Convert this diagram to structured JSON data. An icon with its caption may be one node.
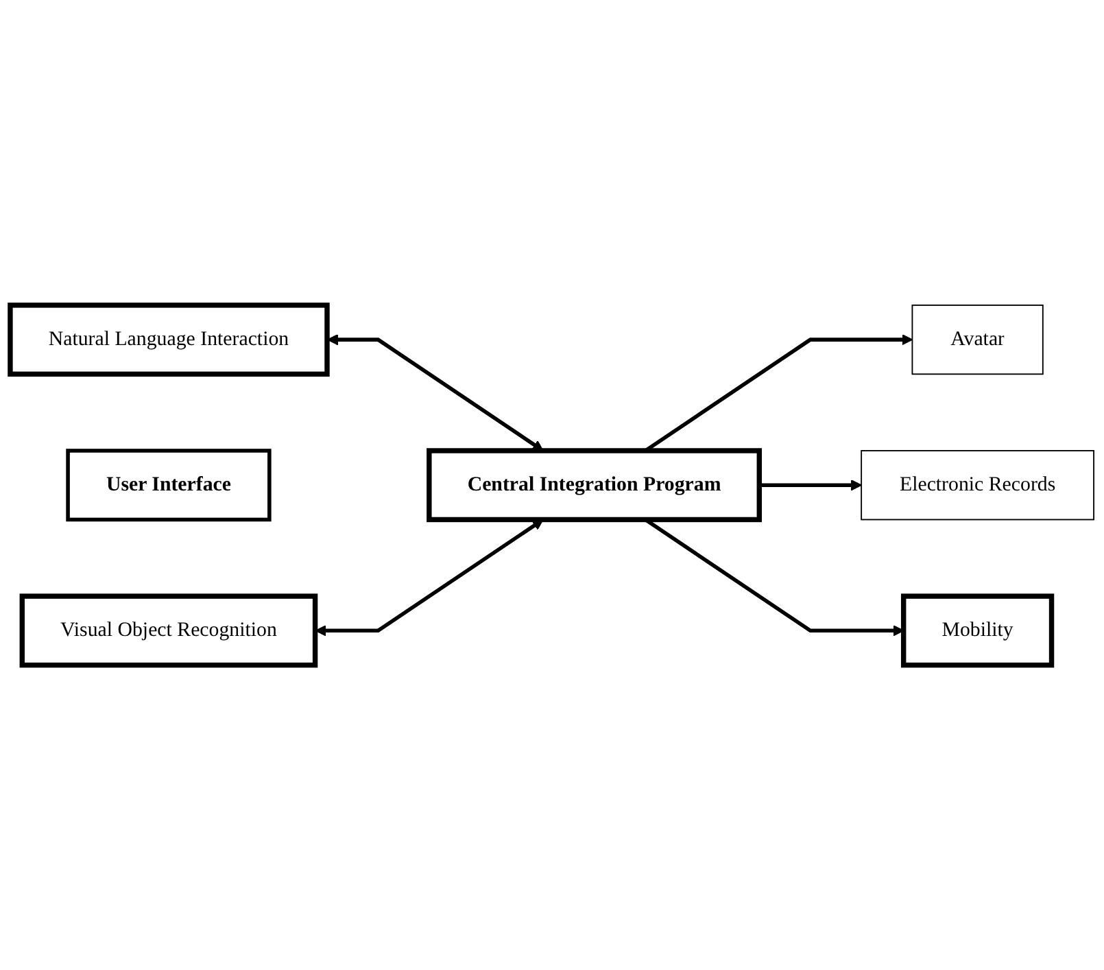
{
  "diagram": {
    "nodes": [
      {
        "text": [
          "Natural Language Interaction"
        ]
      },
      {
        "text": [
          "User Interface"
        ]
      },
      {
        "text": [
          "Visual Object Recognition"
        ]
      },
      {
        "text": [
          "Central Integration Program"
        ]
      },
      {
        "text": [
          "Avatar"
        ]
      },
      {
        "text": [
          "Electronic Records"
        ]
      },
      {
        "text": [
          "Mobility"
        ]
      }
    ],
    "edges": [
      {
        "from": 0,
        "to": 3,
        "arrow": "both"
      },
      {
        "from": 2,
        "to": 3,
        "arrow": "both"
      },
      {
        "from": 3,
        "to": 4,
        "arrow": "to"
      },
      {
        "from": 3,
        "to": 5,
        "arrow": "to"
      },
      {
        "from": 3,
        "to": 6,
        "arrow": "to"
      }
    ]
  }
}
